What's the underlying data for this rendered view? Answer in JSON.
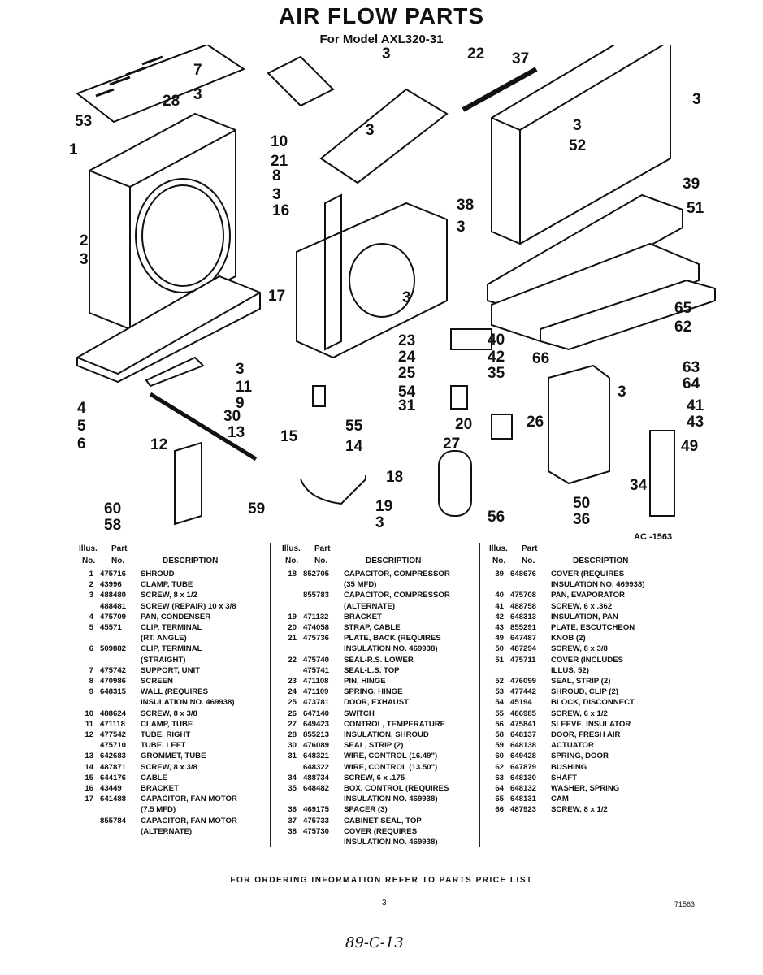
{
  "header": {
    "title": "AIR FLOW PARTS",
    "subtitle": "For Model AXL320-31",
    "ref": "AC -1563"
  },
  "columns": [
    {
      "head": {
        "a": "Illus.",
        "b": "Part",
        "c": "No.",
        "d": "No.",
        "e": "DESCRIPTION"
      },
      "rows": [
        [
          "1",
          "475716",
          "SHROUD"
        ],
        [
          "2",
          "43996",
          "CLAMP, TUBE"
        ],
        [
          "3",
          "488480",
          "SCREW, 8 x 1/2"
        ],
        [
          "",
          "488481",
          "SCREW (REPAIR) 10 x 3/8"
        ],
        [
          "4",
          "475709",
          "PAN, CONDENSER"
        ],
        [
          "5",
          "45571",
          "CLIP, TERMINAL"
        ],
        [
          "",
          "",
          "(RT. ANGLE)"
        ],
        [
          "6",
          "509882",
          "CLIP, TERMINAL"
        ],
        [
          "",
          "",
          "(STRAIGHT)"
        ],
        [
          "7",
          "475742",
          "SUPPORT, UNIT"
        ],
        [
          "8",
          "470986",
          "SCREEN"
        ],
        [
          "9",
          "648315",
          "WALL (REQUIRES"
        ],
        [
          "",
          "",
          "INSULATION NO. 469938)"
        ],
        [
          "10",
          "488624",
          "SCREW, 8 x 3/8"
        ],
        [
          "11",
          "471118",
          "CLAMP, TUBE"
        ],
        [
          "12",
          "477542",
          "TUBE, RIGHT"
        ],
        [
          "",
          "475710",
          "TUBE, LEFT"
        ],
        [
          "13",
          "642683",
          "GROMMET, TUBE"
        ],
        [
          "14",
          "487871",
          "SCREW, 8 x 3/8"
        ],
        [
          "15",
          "644176",
          "CABLE"
        ],
        [
          "16",
          "43449",
          "BRACKET"
        ],
        [
          "17",
          "641488",
          "CAPACITOR, FAN MOTOR"
        ],
        [
          "",
          "",
          "(7.5 MFD)"
        ],
        [
          "",
          "855784",
          "CAPACITOR, FAN MOTOR"
        ],
        [
          "",
          "",
          "(ALTERNATE)"
        ]
      ]
    },
    {
      "head": {
        "a": "Illus.",
        "b": "Part",
        "c": "No.",
        "d": "No.",
        "e": "DESCRIPTION"
      },
      "rows": [
        [
          "18",
          "852705",
          "CAPACITOR, COMPRESSOR"
        ],
        [
          "",
          "",
          "(35 MFD)"
        ],
        [
          "",
          "855783",
          "CAPACITOR, COMPRESSOR"
        ],
        [
          "",
          "",
          "(ALTERNATE)"
        ],
        [
          "19",
          "471132",
          "BRACKET"
        ],
        [
          "20",
          "474058",
          "STRAP, CABLE"
        ],
        [
          "21",
          "475736",
          "PLATE, BACK (REQUIRES"
        ],
        [
          "",
          "",
          "INSULATION NO. 469938)"
        ],
        [
          "22",
          "475740",
          "SEAL-R.S. LOWER"
        ],
        [
          "",
          "475741",
          "SEAL-L.S. TOP"
        ],
        [
          "23",
          "471108",
          "PIN, HINGE"
        ],
        [
          "24",
          "471109",
          "SPRING, HINGE"
        ],
        [
          "25",
          "473781",
          "DOOR, EXHAUST"
        ],
        [
          "26",
          "647140",
          "SWITCH"
        ],
        [
          "27",
          "649423",
          "CONTROL, TEMPERATURE"
        ],
        [
          "28",
          "855213",
          "INSULATION, SHROUD"
        ],
        [
          "30",
          "476089",
          "SEAL, STRIP (2)"
        ],
        [
          "31",
          "648321",
          "WIRE, CONTROL (16.49\")"
        ],
        [
          "",
          "648322",
          "WIRE, CONTROL (13.50\")"
        ],
        [
          "34",
          "488734",
          "SCREW, 6 x .175"
        ],
        [
          "35",
          "648482",
          "BOX, CONTROL (REQUIRES"
        ],
        [
          "",
          "",
          "INSULATION NO. 469938)"
        ],
        [
          "36",
          "469175",
          "SPACER (3)"
        ],
        [
          "37",
          "475733",
          "CABINET SEAL, TOP"
        ],
        [
          "38",
          "475730",
          "COVER (REQUIRES"
        ],
        [
          "",
          "",
          "INSULATION NO. 469938)"
        ]
      ]
    },
    {
      "head": {
        "a": "Illus.",
        "b": "Part",
        "c": "No.",
        "d": "No.",
        "e": "DESCRIPTION"
      },
      "rows": [
        [
          "39",
          "648676",
          "COVER (REQUIRES"
        ],
        [
          "",
          "",
          "INSULATION NO. 469938)"
        ],
        [
          "40",
          "475708",
          "PAN, EVAPORATOR"
        ],
        [
          "41",
          "488758",
          "SCREW, 6 x .362"
        ],
        [
          "42",
          "648313",
          "INSULATION, PAN"
        ],
        [
          "43",
          "855291",
          "PLATE, ESCUTCHEON"
        ],
        [
          "49",
          "647487",
          "KNOB (2)"
        ],
        [
          "50",
          "487294",
          "SCREW, 8 x 3/8"
        ],
        [
          "51",
          "475711",
          "COVER (INCLUDES"
        ],
        [
          "",
          "",
          "ILLUS. 52)"
        ],
        [
          "52",
          "476099",
          "SEAL, STRIP (2)"
        ],
        [
          "53",
          "477442",
          "SHROUD, CLIP (2)"
        ],
        [
          "54",
          "45194",
          "BLOCK, DISCONNECT"
        ],
        [
          "55",
          "486985",
          "SCREW, 6 x 1/2"
        ],
        [
          "56",
          "475841",
          "SLEEVE, INSULATOR"
        ],
        [
          "58",
          "648137",
          "DOOR, FRESH AIR"
        ],
        [
          "59",
          "648138",
          "ACTUATOR"
        ],
        [
          "60",
          "649428",
          "SPRING, DOOR"
        ],
        [
          "62",
          "647879",
          "BUSHING"
        ],
        [
          "63",
          "648130",
          "SHAFT"
        ],
        [
          "64",
          "648132",
          "WASHER, SPRING"
        ],
        [
          "65",
          "648131",
          "CAM"
        ],
        [
          "66",
          "487923",
          "SCREW, 8 x 1/2"
        ]
      ]
    }
  ],
  "footer": {
    "order": "FOR ORDERING INFORMATION REFER TO PARTS PRICE LIST",
    "page": "3",
    "code": "71563",
    "handwritten": "89-C-13"
  }
}
